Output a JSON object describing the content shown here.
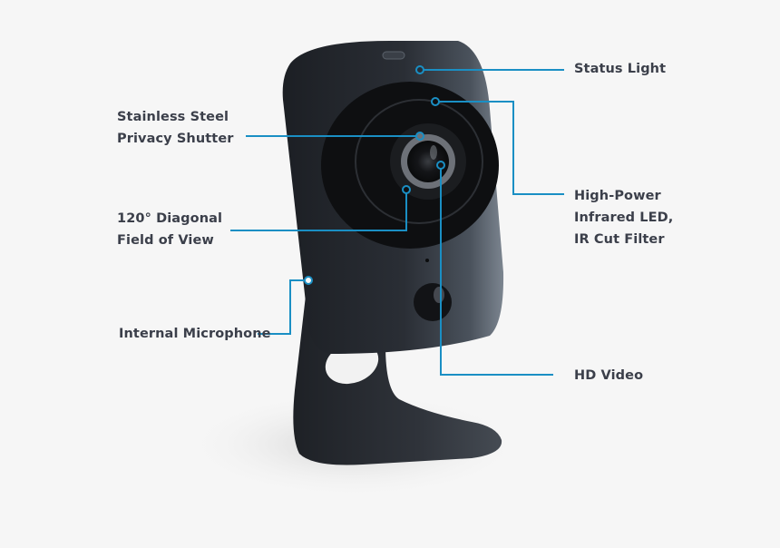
{
  "diagram": {
    "subject": "Indoor security camera",
    "accent_color": "#1a8fc4",
    "callouts": [
      {
        "id": "status-light",
        "lines": [
          "Status Light"
        ]
      },
      {
        "id": "privacy-shutter",
        "lines": [
          "Stainless Steel",
          "Privacy Shutter"
        ]
      },
      {
        "id": "infrared-led",
        "lines": [
          "High-Power",
          "Infrared LED,",
          "IR Cut Filter"
        ]
      },
      {
        "id": "field-of-view",
        "lines": [
          "120° Diagonal",
          "Field of View"
        ]
      },
      {
        "id": "microphone",
        "lines": [
          "Internal Microphone"
        ]
      },
      {
        "id": "hd-video",
        "lines": [
          "HD Video"
        ]
      }
    ]
  }
}
